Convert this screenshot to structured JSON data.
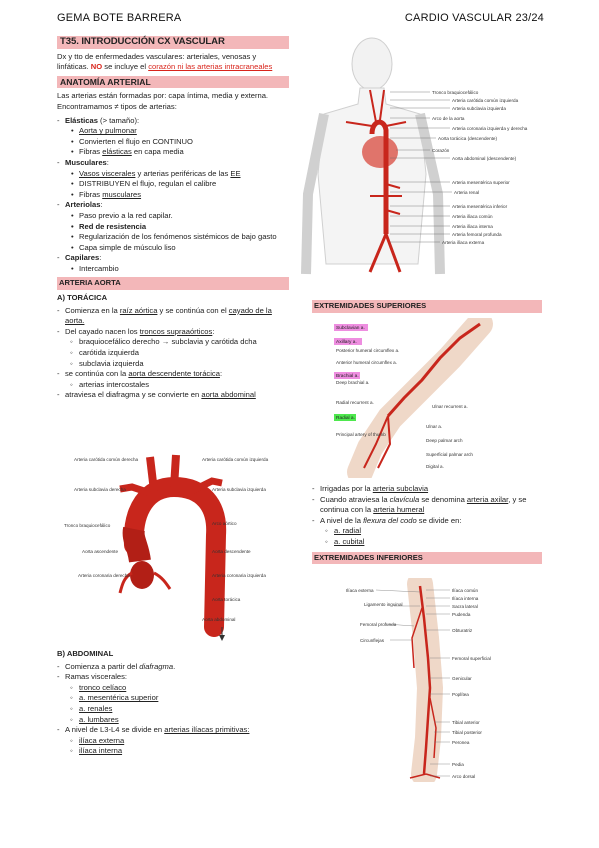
{
  "header": {
    "author": "GEMA BOTE BARRERA",
    "course": "CARDIO VASCULAR 23/24"
  },
  "topic": {
    "title": "T35. INTRODUCCIÓN CX VASCULAR",
    "intro_1": "Dx y tto de enfermedades vasculares: arteriales, venosas y linfáticas.",
    "intro_no": "NO",
    "intro_2": " se incluye el ",
    "intro_link": "corazón ni las arterias intracraneales"
  },
  "anatomia": {
    "title": "ANATOMÍA ARTERIAL",
    "intro": "Las arterias están formadas por: capa íntima, media y externa. Encontramamos ≠ tipos de arterias:",
    "elasticas_label": "Elásticas",
    "elasticas_suffix": " (> tamaño):",
    "elasticas_items": [
      "Aorta y pulmonar",
      "Convierten el flujo en CONTINUO"
    ],
    "elasticas_fibras_pre": "Fibras ",
    "elasticas_fibras_u": "elásticas",
    "elasticas_fibras_post": " en capa media",
    "musculares_label": "Musculares",
    "musculares_1_u": "Vasos viscerales",
    "musculares_1_mid": " y arterias periféricas de las ",
    "musculares_1_u2": "EE",
    "musculares_2": "DISTRIBUYEN el flujo, regulan el calibre",
    "musculares_3_pre": "Fibras ",
    "musculares_3_u": "musculares",
    "arteriolas_label": "Arteriolas",
    "arteriolas_items": [
      "Paso previo a la red capilar.",
      "Red de resistencia",
      "Regularización de los fenómenos sistémicos de bajo gasto",
      "Capa simple de músculo liso"
    ],
    "capilares_label": "Capilares",
    "capilares_items": [
      "Intercambio"
    ]
  },
  "aorta": {
    "title": "ARTERIA AORTA",
    "toracica_title": "A)  TORÁCICA",
    "t1_pre": "Comienza en la ",
    "t1_u1": "raíz aórtica",
    "t1_mid": " y se continúa con el ",
    "t1_u2": "cayado de la aorta.",
    "t2_pre": "Del cayado nacen los ",
    "t2_u": "troncos supraaórticos",
    "t2_post": ":",
    "t2_items": [
      "braquiocefálico derecho → subclavia y carótida dcha",
      "carótida izquierda",
      "subclavia izquierda"
    ],
    "t3_pre": "se continúa con la ",
    "t3_u": "aorta descendente torácica",
    "t3_post": ":",
    "t3_items": [
      "arterias intercostales"
    ],
    "t4_pre": "atraviesa el diafragma y se convierte en ",
    "t4_u": "aorta abdominal",
    "abdominal_title": "B)  ABDOMINAL",
    "a1_pre": "Comienza a partir del ",
    "a1_i": "diafragma",
    "a1_post": ".",
    "a2": "Ramas viscerales:",
    "a2_items": [
      "tronco celíaco",
      "a. mesentérica superior",
      "a. renales",
      "a. lumbares"
    ],
    "a3_pre": "A nivel de L3-L4 se divide en ",
    "a3_u": "arterias ilíacas primitivas:",
    "a3_items": [
      "ilíaca externa",
      "ilíaca interna"
    ]
  },
  "aorta_figure_labels": {
    "carotida_der": "Arteria carótida común derecha",
    "carotida_izq": "Arteria carótida común izquierda",
    "subclavia_der": "Arteria subclavia derecha",
    "subclavia_izq": "Arteria subclavia izquierda",
    "tronco": "Tronco braquiocefálico",
    "arco": "Arco aórtico",
    "ascendente": "Aorta ascendente",
    "descendente": "Aorta descendente",
    "coronaria_der": "Arteria coronaria derecha",
    "coronaria_izq": "Arteria coronaria izquierda",
    "toracica": "Aorta torácica",
    "abdominal": "Aorta abdominal"
  },
  "body_figure_labels": [
    "Tronco braquiocefálico",
    "Arteria carótida común izquierda",
    "Arteria subclavia izquierda",
    "Arco de la aorta",
    "Arteria coronaria izquierda y derecha",
    "Aorta torácica (descendente)",
    "Corazón",
    "Aorta abdominal (descendente)",
    "Arteria mesentérica superior",
    "Arteria renal",
    "Arteria mesentérica inferior",
    "Arteria ilíaca común",
    "Arteria ilíaca interna",
    "Arteria femoral profunda",
    "Arteria ilíaca externa"
  ],
  "superiores": {
    "title": "EXTREMIDADES SUPERIORES",
    "s1_pre": "Irrigadas por la ",
    "s1_u": "arteria subclavia",
    "s2_pre": "Cuando atraviesa la ",
    "s2_i": "clavícula",
    "s2_mid": " se denomina ",
    "s2_u": "arteria axilar",
    "s2_mid2": ", y se continua con la ",
    "s2_u2": "arteria humeral",
    "s3_pre": "A nivel de la ",
    "s3_i": "flexura del codo",
    "s3_post": " se divide en:",
    "s3_items": [
      "a. radial",
      "a. cubital"
    ]
  },
  "arm_labels": {
    "subclavian": "Subclavian a.",
    "axillary": "Axillary a.",
    "posterior_humeral": "Posterior humeral circumflex a.",
    "anterior_humeral": "Anterior humeral circumflex a.",
    "brachial": "Brachial a.",
    "deep_brachial": "Deep brachial a.",
    "radial_recurrent": "Radial recurrent a.",
    "ulnar_recurrent": "Ulnar recurrent a.",
    "radial": "Radial a.",
    "ulnar": "Ulnar a.",
    "princeps": "Principal artery of thumb",
    "deep_palmar": "Deep palmar arch",
    "superficial_palmar": "Superficial palmar arch",
    "digital": "Digital a."
  },
  "inferiores": {
    "title": "EXTREMIDADES INFERIORES"
  },
  "leg_labels": {
    "iliaca_externa": "Ilíaca externa",
    "ligamento": "Ligamento inguinal",
    "femoral_profunda": "Femoral profunda",
    "circunflejas": "Circunflejas",
    "iliaca_comun": "Ilíaca común",
    "iliaca_interna": "Ilíaca interna",
    "sacra_lateral": "Sacra lateral",
    "pudenda": "Pudenda",
    "obturatriz": "Obturatriz",
    "femoral_sup": "Femoral superficial",
    "genicular": "Genicular",
    "poplitea": "Poplítea",
    "tibial_ant": "Tibial anterior",
    "tibial_post": "Tibial posterior",
    "peronea": "Peronea",
    "pedia": "Pedia",
    "arco_dorsal": "Arco dorsal"
  },
  "colors": {
    "accent_bar": "#f3b7b9",
    "red_text": "#d9241b",
    "artery": "#c8261c"
  }
}
